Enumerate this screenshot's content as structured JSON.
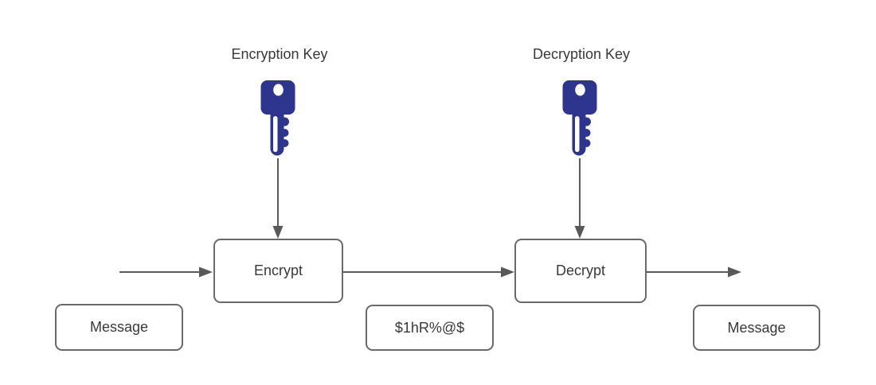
{
  "palette": {
    "background": "#ffffff",
    "key_fill": "#2d358f",
    "connector": "#595959",
    "box_border": "#66696e",
    "text": "#383838"
  },
  "key_labels": {
    "encryption": "Encryption Key",
    "decryption": "Decryption Key"
  },
  "process_boxes": {
    "encrypt": "Encrypt",
    "decrypt": "Decrypt"
  },
  "data_boxes": {
    "input_message": "Message",
    "ciphertext": "$1hR%@$",
    "output_message": "Message"
  }
}
